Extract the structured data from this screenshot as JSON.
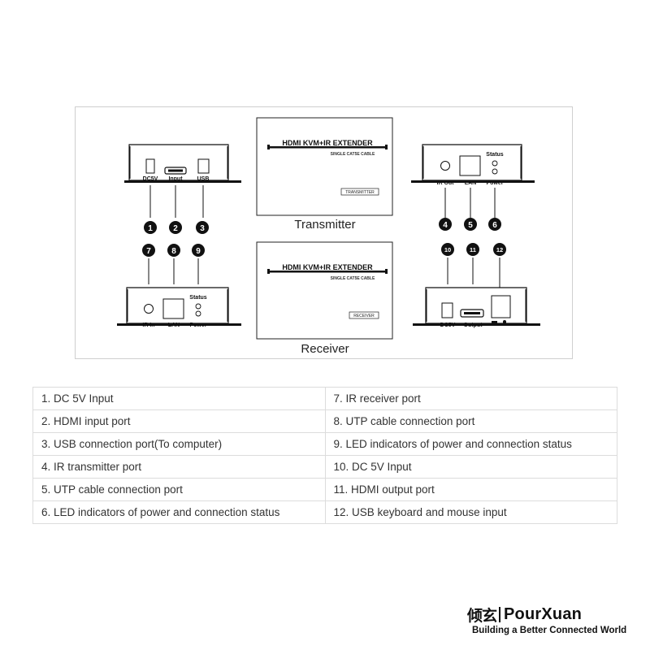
{
  "diagram": {
    "transmitter": {
      "device_title": "HDMI KVM+IR EXTENDER",
      "device_subtitle": "SINGLE CAT5E CABLE",
      "device_tag": "TRANSMITTER",
      "caption": "Transmitter",
      "front_ports": [
        "DC5V",
        "Input",
        "USB"
      ],
      "front_numbers": [
        "1",
        "2",
        "3"
      ],
      "back_ports": [
        "IR Out",
        "LAN",
        "Power"
      ],
      "back_status_label": "Status",
      "back_numbers": [
        "4",
        "5",
        "6"
      ]
    },
    "receiver": {
      "device_title": "HDMI KVM+IR EXTENDER",
      "device_subtitle": "SINGLE CAT5E CABLE",
      "device_tag": "RECEIVER",
      "caption": "Receiver",
      "front_ports": [
        "IR In",
        "LAN",
        "Power"
      ],
      "front_status_label": "Status",
      "front_numbers": [
        "7",
        "8",
        "9"
      ],
      "back_ports": [
        "DC5V",
        "Output"
      ],
      "back_numbers": [
        "10",
        "11",
        "12"
      ]
    }
  },
  "legend": {
    "rows": [
      [
        "1. DC 5V Input",
        "7. IR receiver port"
      ],
      [
        "2. HDMI input port",
        "8. UTP cable connection port"
      ],
      [
        "3. USB connection port(To computer)",
        "9. LED indicators of power and connection status"
      ],
      [
        "4. IR transmitter port",
        "10. DC 5V Input"
      ],
      [
        "5. UTP cable connection port",
        "11. HDMI output port"
      ],
      [
        "6. LED indicators of power and connection status",
        "12. USB keyboard and mouse input"
      ]
    ]
  },
  "brand": {
    "name_cn": "倾玄",
    "name_en": "PourXuan",
    "tagline": "Building a Better Connected World"
  }
}
